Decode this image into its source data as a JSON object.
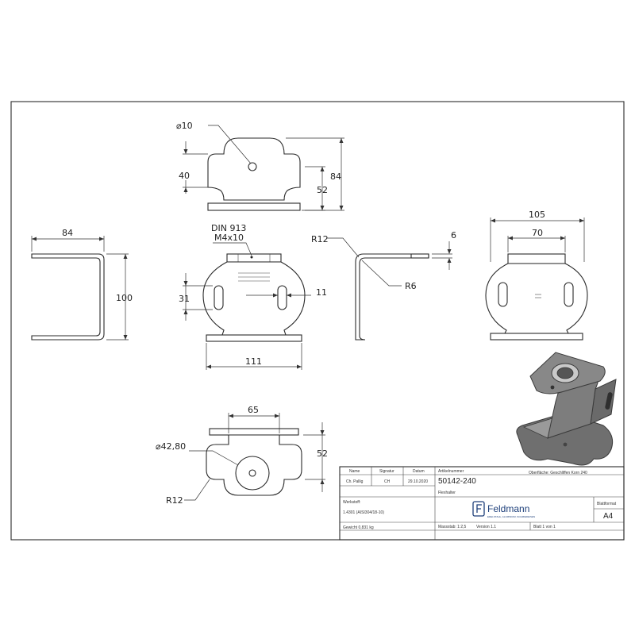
{
  "dimensions": {
    "top": {
      "dia": "⌀10",
      "h40": "40",
      "h52": "52",
      "h84": "84"
    },
    "front": {
      "din1": "DIN 913",
      "din2": "M4x10",
      "h31": "31",
      "w11": "11",
      "w111": "111"
    },
    "left": {
      "w84": "84",
      "h100": "100"
    },
    "side": {
      "r12": "R12",
      "r6": "R6",
      "t6": "6"
    },
    "right": {
      "w105": "105",
      "w70": "70"
    },
    "bottom": {
      "w65": "65",
      "dia": "⌀42,80",
      "h52": "52",
      "r12": "R12"
    }
  },
  "title_block": {
    "headers": {
      "name": "Name",
      "signature": "Signatur",
      "date": "Datum"
    },
    "name": "Ch. Pallig",
    "signature": "CH",
    "date": "29.10.2020",
    "article_label": "Artikelnummer",
    "article_number": "50142-240",
    "surface": "Oberfläche: Geschliffen Korn 240",
    "material_label": "Werkstoff:",
    "material": "1.4301 (AISI304/18-10)",
    "description_label": "Flexhalter",
    "weight": "Gewicht 0,831 kg",
    "scale": "Massstab: 1:2,5",
    "version": "Version 1.1",
    "sheet": "Blatt 1 von 1",
    "format_label": "Blattformat",
    "format": "A4",
    "logo": "Feldmann",
    "logo_sub": "EDELSTAHL, ALUMINIUM, SCHMIEDEISEN"
  }
}
